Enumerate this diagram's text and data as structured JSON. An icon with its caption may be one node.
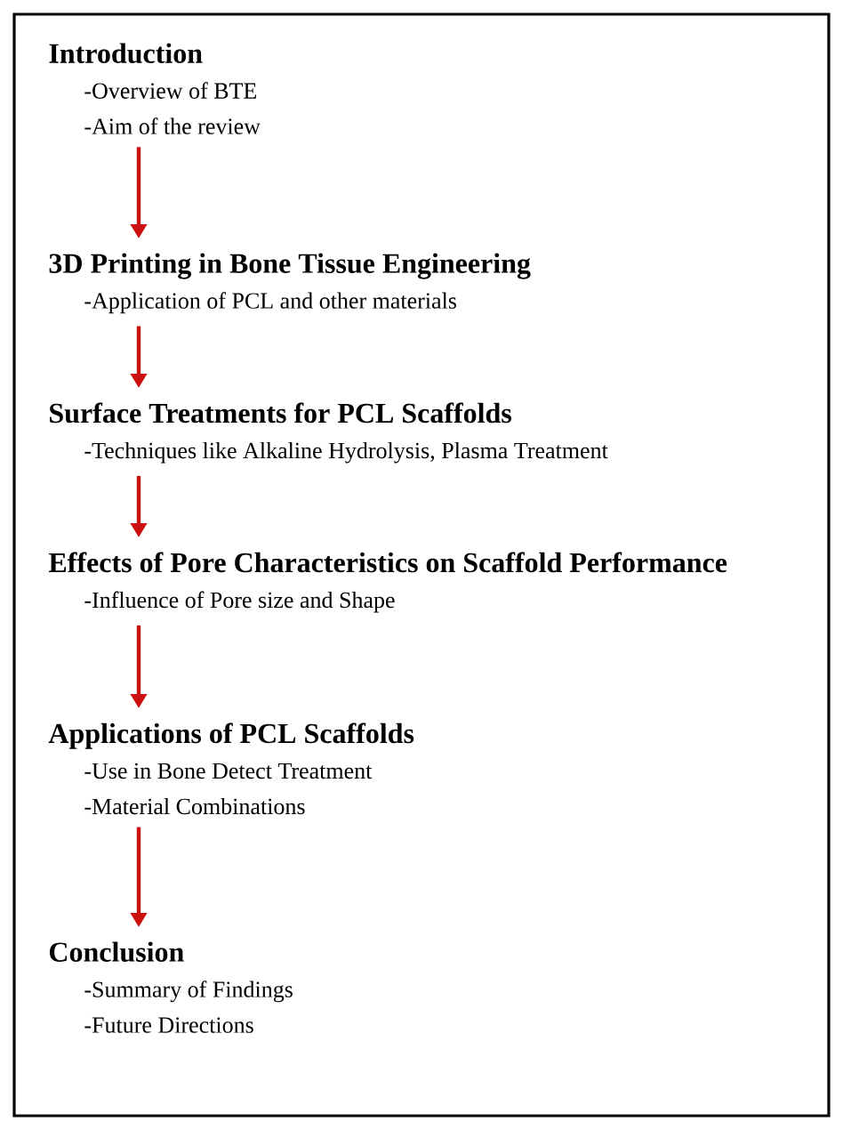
{
  "diagram": {
    "nodes": [
      {
        "text": [
          "Introduction",
          "-Overview of BTE",
          "-Aim of the review"
        ]
      },
      {
        "text": [
          "3D Printing in Bone Tissue Engineering",
          "-Application of PCL and other materials"
        ]
      },
      {
        "text": [
          "Surface Treatments for PCL Scaffolds",
          "-Techniques like Alkaline Hydrolysis, Plasma Treatment"
        ]
      },
      {
        "text": [
          "Effects of Pore Characteristics on Scaffold Performance",
          "-Influence of Pore size and Shape"
        ]
      },
      {
        "text": [
          "Applications of PCL Scaffolds",
          "-Use in Bone Detect Treatment",
          "-Material Combinations"
        ]
      },
      {
        "text": [
          "Conclusion",
          "-Summary of Findings",
          "-Future Directions"
        ]
      }
    ],
    "edges": [
      {
        "from": 0,
        "to": 1,
        "arrow": "to"
      },
      {
        "from": 1,
        "to": 2,
        "arrow": "to"
      },
      {
        "from": 2,
        "to": 3,
        "arrow": "to"
      },
      {
        "from": 3,
        "to": 4,
        "arrow": "to"
      },
      {
        "from": 4,
        "to": 5,
        "arrow": "to"
      }
    ]
  }
}
